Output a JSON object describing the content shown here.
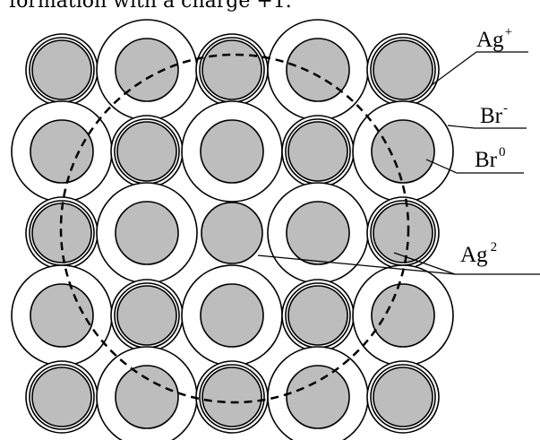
{
  "caption_fragment": "formation with a charge +1.",
  "labels": {
    "ag_plus": {
      "base": "Ag",
      "sup": "+"
    },
    "br_minus": {
      "base": "Br",
      "sup": "-"
    },
    "br_zero": {
      "base": "Br",
      "sup": "0"
    },
    "ag_two": {
      "base": "Ag",
      "sup": "2"
    }
  },
  "colors": {
    "ion_fill": "#bdbdbd",
    "outline": "#000000",
    "background": "#ffffff"
  }
}
